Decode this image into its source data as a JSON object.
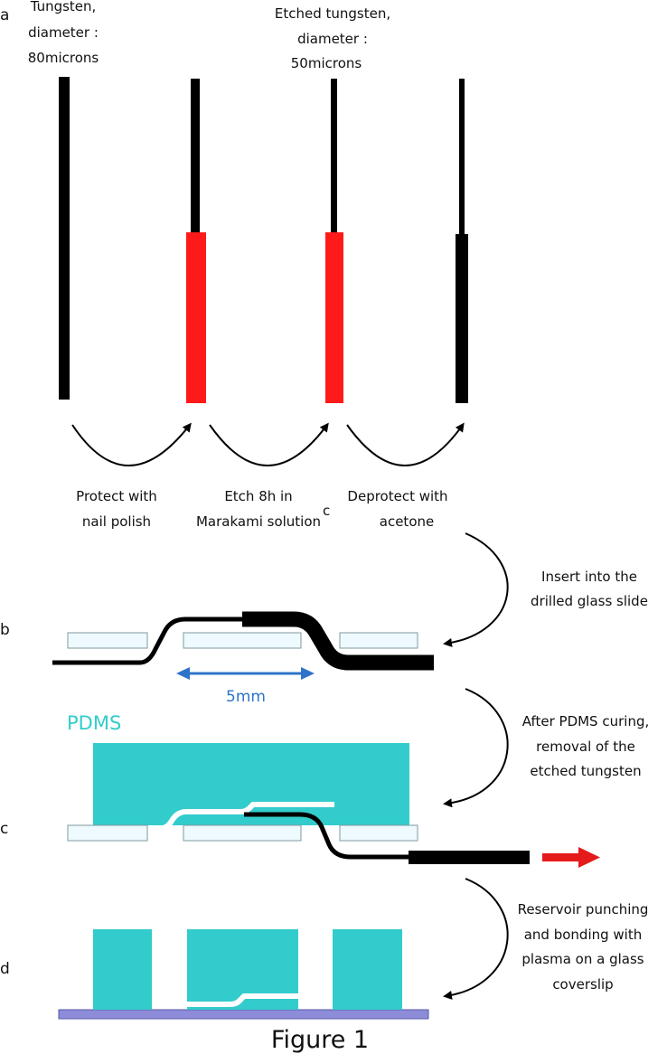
{
  "panels": {
    "a": "a",
    "b": "b",
    "c": "c",
    "c_stray": "c",
    "d": "d"
  },
  "labels": {
    "tungsten": [
      "Tungsten,",
      "diameter :",
      "80microns"
    ],
    "etched": [
      "Etched tungsten,",
      "diameter :",
      "50microns"
    ],
    "step_protect": [
      "Protect with",
      "nail polish"
    ],
    "step_etch": [
      "Etch 8h in",
      "Marakami solution"
    ],
    "step_deprotect": [
      "Deprotect with",
      "acetone"
    ],
    "step_insert": [
      "Insert into the",
      "drilled glass slide"
    ],
    "step_curing": [
      "After PDMS curing,",
      "removal of the",
      "etched tungsten"
    ],
    "step_bonding": [
      "Reservoir punching",
      "and bonding with",
      "plasma on a glass",
      "coverslip"
    ],
    "pdms": "PDMS",
    "dimension": "5mm"
  },
  "caption": "Figure 1",
  "colors": {
    "wire": "#000000",
    "polish": "#ff1a1a",
    "pdms": "#33cccc",
    "glass_fill": "#eefafd",
    "glass_stroke": "#7f9aa0",
    "coverslip": "#8c8cd9",
    "dimension": "#2e74c9",
    "pull_arrow": "#e51a1a"
  }
}
